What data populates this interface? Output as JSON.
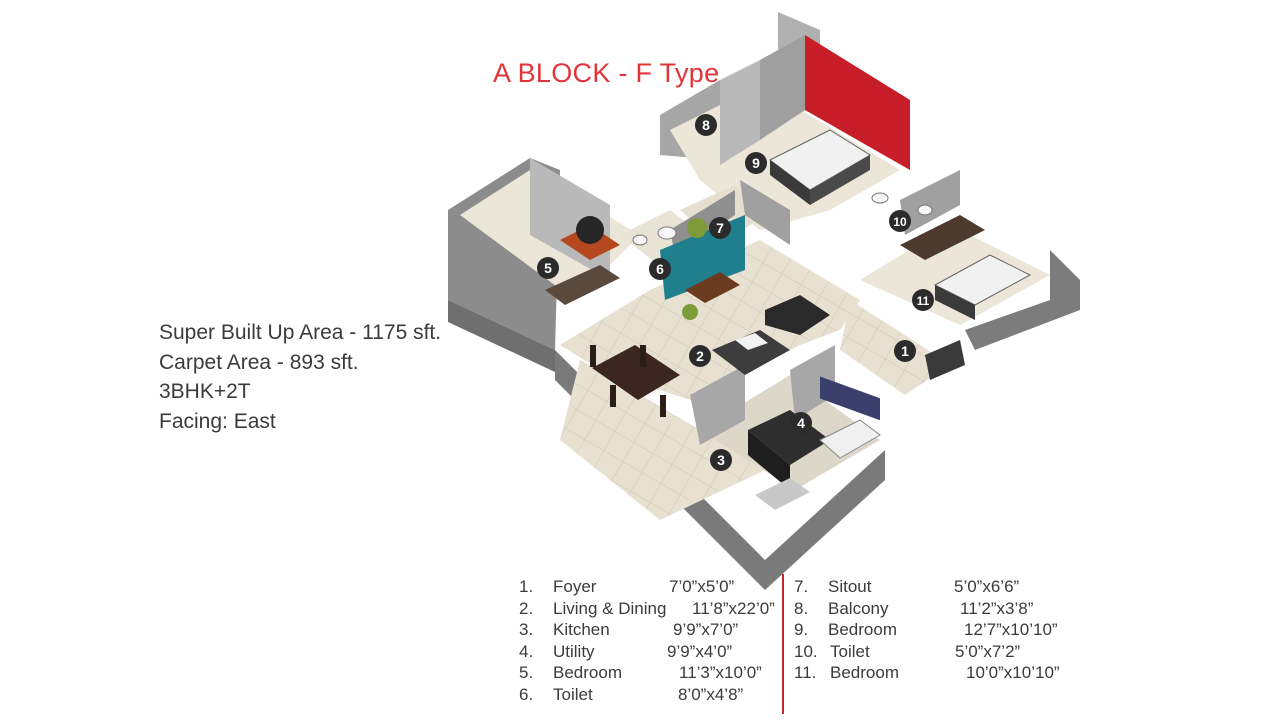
{
  "title": "A BLOCK - F Type",
  "specs": [
    "Super Built Up Area - 1175 sft.",
    "Carpet Area - 893 sft.",
    "3BHK+2T",
    "Facing: East"
  ],
  "markers": [
    "1",
    "2",
    "3",
    "4",
    "5",
    "6",
    "7",
    "8",
    "9",
    "10",
    "11"
  ],
  "rooms_left": [
    {
      "num": "1.",
      "name": "Foyer",
      "dim": "7’0”x5’0”"
    },
    {
      "num": "2.",
      "name": "Living & Dining",
      "dim": "11’8”x22’0”"
    },
    {
      "num": "3.",
      "name": "Kitchen",
      "dim": "9’9”x7’0”"
    },
    {
      "num": "4.",
      "name": "Utility",
      "dim": "9’9”x4’0”"
    },
    {
      "num": "5.",
      "name": "Bedroom",
      "dim": "11’3”x10’0”"
    },
    {
      "num": "6.",
      "name": "Toilet",
      "dim": "8’0”x4’8”"
    }
  ],
  "rooms_right": [
    {
      "num": "7.",
      "name": "Sitout",
      "dim": "5’0”x6’6”"
    },
    {
      "num": "8.",
      "name": "Balcony",
      "dim": "11’2”x3’8”"
    },
    {
      "num": "9.",
      "name": "Bedroom",
      "dim": "12’7”x10’10”"
    },
    {
      "num": "10.",
      "name": "Toilet",
      "dim": "5’0”x7’2”"
    },
    {
      "num": "11.",
      "name": "Bedroom",
      "dim": "10’0”x10’10”"
    }
  ],
  "colors": {
    "title": "#e2343a",
    "divider": "#c2272d",
    "marker": "#2b2b2b",
    "wall": "#9a9a9a",
    "floor": "#e6dfcf"
  }
}
